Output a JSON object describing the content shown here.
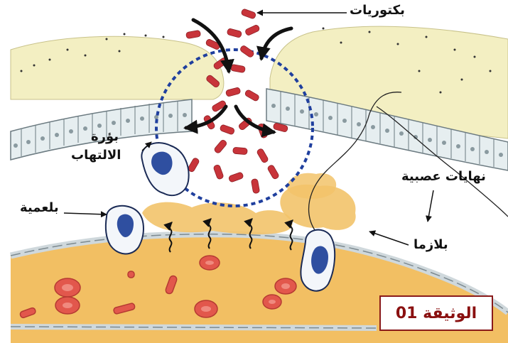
{
  "labels": {
    "bacteria": "بكتوريات",
    "inflammation_1": "بؤرة",
    "inflammation_2": "الالتهاب",
    "nerve_endings": "نهايات عصبية",
    "phagocyte": "بلعمية",
    "plasma": "بلازما"
  },
  "document": {
    "title": "الوثيقة 01"
  },
  "colors": {
    "skin": "#f3efc2",
    "cells": "#e6eef0",
    "plasma": "#f2bf63",
    "bacteria": "#c8343a",
    "border_blue": "#1f3f9e",
    "doc_border": "#8a1a1a"
  },
  "icons": [
    "phagocyte-cell-icon",
    "arrow-icon"
  ]
}
